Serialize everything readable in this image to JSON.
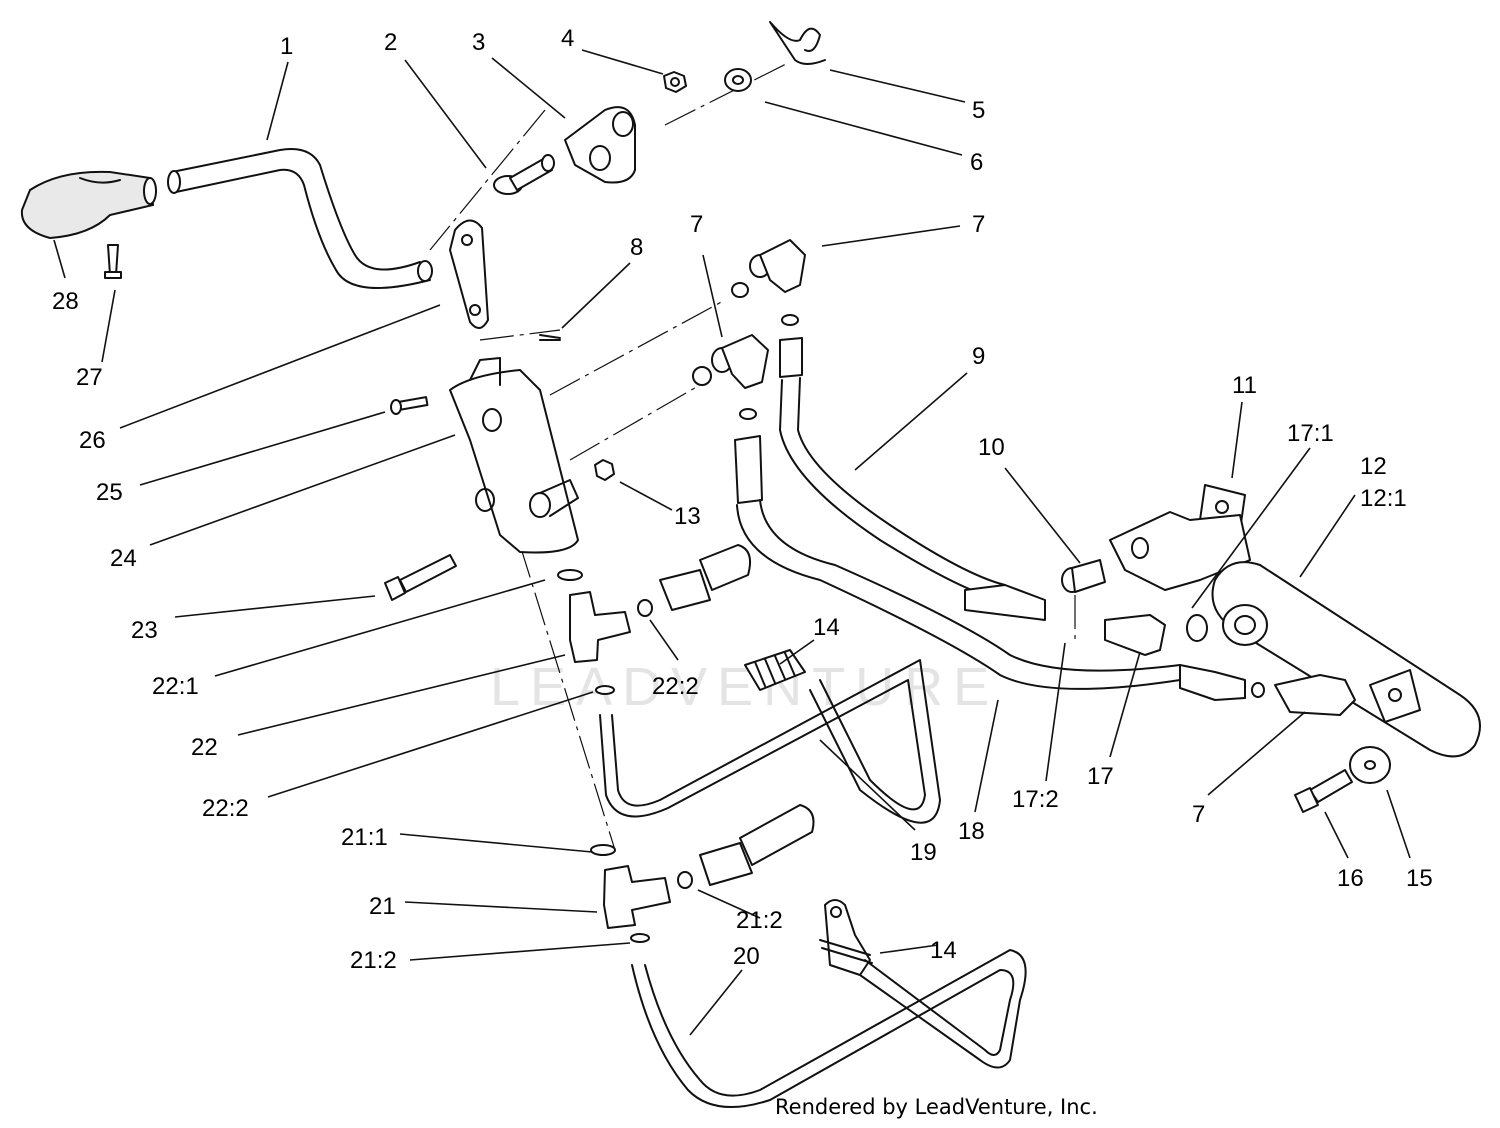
{
  "diagram": {
    "watermark_text": "LEADVENTURE",
    "footer_text": "Rendered by LeadVenture, Inc.",
    "callouts": [
      {
        "id": "c1",
        "label": "1"
      },
      {
        "id": "c2",
        "label": "2"
      },
      {
        "id": "c3",
        "label": "3"
      },
      {
        "id": "c4",
        "label": "4"
      },
      {
        "id": "c5",
        "label": "5"
      },
      {
        "id": "c6",
        "label": "6"
      },
      {
        "id": "c7a",
        "label": "7"
      },
      {
        "id": "c7b",
        "label": "7"
      },
      {
        "id": "c7c",
        "label": "7"
      },
      {
        "id": "c8",
        "label": "8"
      },
      {
        "id": "c9",
        "label": "9"
      },
      {
        "id": "c10",
        "label": "10"
      },
      {
        "id": "c11",
        "label": "11"
      },
      {
        "id": "c12",
        "label": "12"
      },
      {
        "id": "c12_1",
        "label": "12:1"
      },
      {
        "id": "c13",
        "label": "13"
      },
      {
        "id": "c14a",
        "label": "14"
      },
      {
        "id": "c14b",
        "label": "14"
      },
      {
        "id": "c15",
        "label": "15"
      },
      {
        "id": "c16",
        "label": "16"
      },
      {
        "id": "c17",
        "label": "17"
      },
      {
        "id": "c17_1",
        "label": "17:1"
      },
      {
        "id": "c17_2",
        "label": "17:2"
      },
      {
        "id": "c18",
        "label": "18"
      },
      {
        "id": "c19",
        "label": "19"
      },
      {
        "id": "c20",
        "label": "20"
      },
      {
        "id": "c21",
        "label": "21"
      },
      {
        "id": "c21_1",
        "label": "21:1"
      },
      {
        "id": "c21_2a",
        "label": "21:2"
      },
      {
        "id": "c21_2b",
        "label": "21:2"
      },
      {
        "id": "c22",
        "label": "22"
      },
      {
        "id": "c22_1",
        "label": "22:1"
      },
      {
        "id": "c22_2a",
        "label": "22:2"
      },
      {
        "id": "c22_2b",
        "label": "22:2"
      },
      {
        "id": "c23",
        "label": "23"
      },
      {
        "id": "c24",
        "label": "24"
      },
      {
        "id": "c25",
        "label": "25"
      },
      {
        "id": "c26",
        "label": "26"
      },
      {
        "id": "c27",
        "label": "27"
      },
      {
        "id": "c28",
        "label": "28"
      }
    ]
  }
}
